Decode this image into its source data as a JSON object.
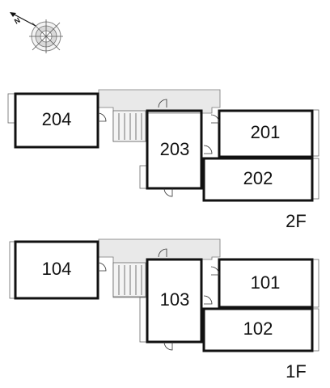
{
  "compass": {
    "north_letter": "N"
  },
  "floors": [
    {
      "floor_label": "2F",
      "rooms": [
        {
          "number": "204"
        },
        {
          "number": "203"
        },
        {
          "number": "201"
        },
        {
          "number": "202"
        }
      ]
    },
    {
      "floor_label": "1F",
      "rooms": [
        {
          "number": "104"
        },
        {
          "number": "103"
        },
        {
          "number": "101"
        },
        {
          "number": "102"
        }
      ]
    }
  ]
}
